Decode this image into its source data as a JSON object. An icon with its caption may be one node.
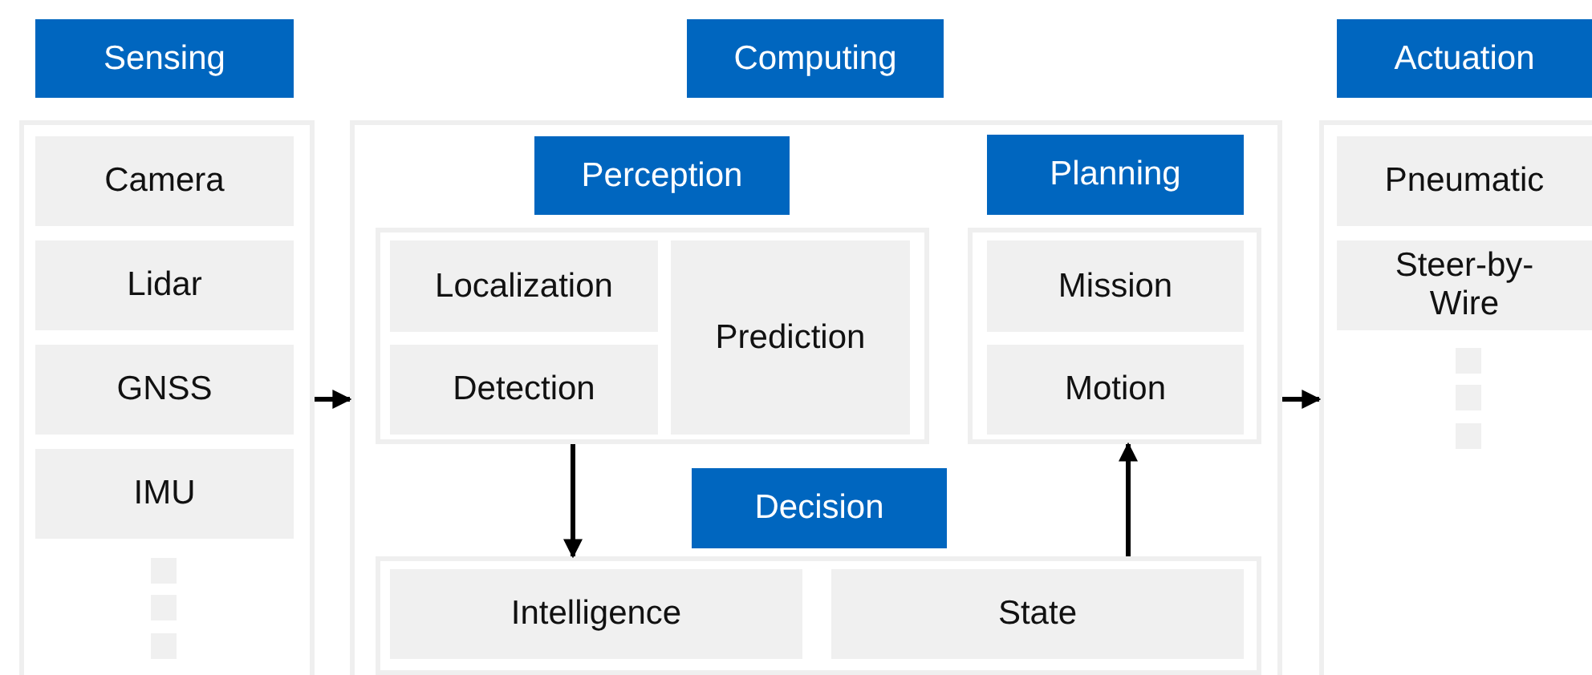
{
  "diagram": {
    "nodes": [
      {
        "text": [
          "Sensing"
        ]
      },
      {
        "text": [],
        "shape": "box"
      },
      {
        "text": [
          "Camera"
        ],
        "in": 1
      },
      {
        "text": [
          "Lidar"
        ],
        "in": 1
      },
      {
        "text": [
          "GNSS"
        ],
        "in": 1
      },
      {
        "text": [
          "IMU"
        ],
        "in": 1
      },
      {
        "text": [],
        "shape": "box",
        "in": 1
      },
      {
        "text": [],
        "shape": "box",
        "in": 1
      },
      {
        "text": [],
        "shape": "box",
        "in": 1
      },
      {
        "text": [
          "Computing"
        ]
      },
      {
        "text": [],
        "shape": "box"
      },
      {
        "text": [
          "Perception"
        ],
        "in": 10
      },
      {
        "text": [],
        "shape": "box",
        "in": 10
      },
      {
        "text": [
          "Localization"
        ],
        "in": 12
      },
      {
        "text": [
          "Detection"
        ],
        "in": 12
      },
      {
        "text": [
          "Prediction"
        ],
        "in": 12
      },
      {
        "text": [
          "Planning"
        ],
        "in": 10
      },
      {
        "text": [],
        "shape": "box",
        "in": 10
      },
      {
        "text": [
          "Mission"
        ],
        "in": 17
      },
      {
        "text": [
          "Motion"
        ],
        "in": 17
      },
      {
        "text": [
          "Decision"
        ],
        "in": 10
      },
      {
        "text": [],
        "shape": "box",
        "in": 10
      },
      {
        "text": [
          "Intelligence"
        ],
        "in": 21
      },
      {
        "text": [
          "State"
        ],
        "in": 21
      },
      {
        "text": [
          "Actuation"
        ]
      },
      {
        "text": [],
        "shape": "box"
      },
      {
        "text": [
          "Pneumatic"
        ],
        "in": 25
      },
      {
        "text": [
          "Steer-by-Wire"
        ],
        "in": 25
      },
      {
        "text": [],
        "shape": "box",
        "in": 25
      },
      {
        "text": [],
        "shape": "box",
        "in": 25
      },
      {
        "text": [],
        "shape": "box",
        "in": 25
      }
    ],
    "edges": [
      {
        "from": 1,
        "to": 10,
        "arrow": "to"
      },
      {
        "from": 12,
        "to": 21,
        "arrow": "to"
      },
      {
        "from": 21,
        "to": 17,
        "arrow": "to"
      },
      {
        "from": 10,
        "to": 25,
        "arrow": "to"
      }
    ]
  }
}
